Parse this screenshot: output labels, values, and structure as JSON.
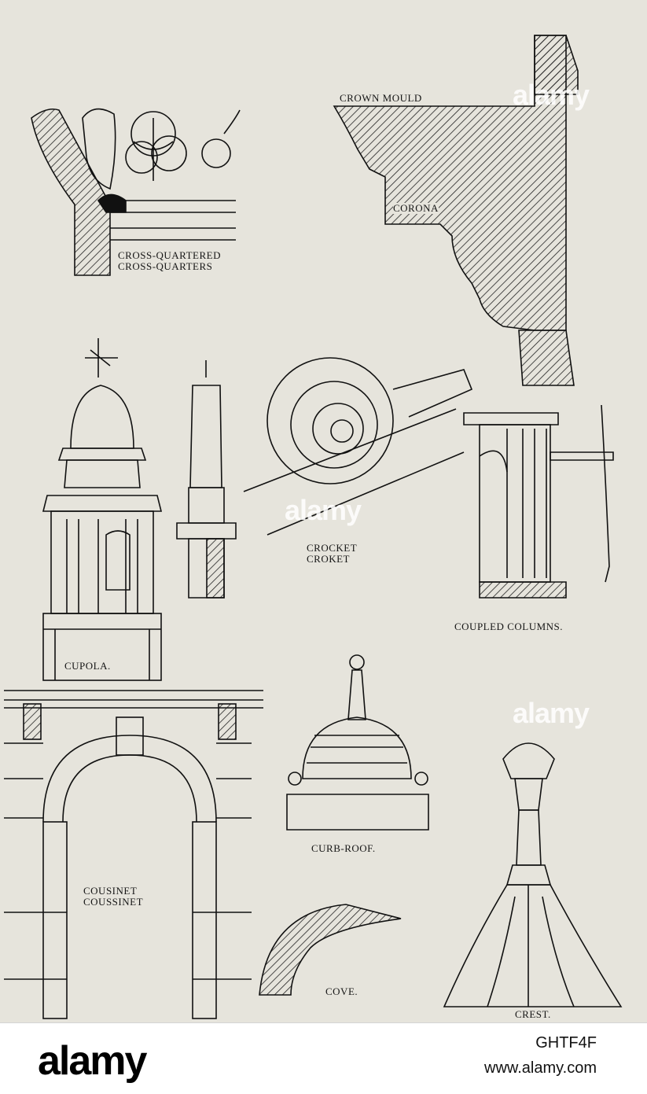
{
  "plate": {
    "labels": {
      "cross_quartered": "CROSS-QUARTERED",
      "cross_quarters": "CROSS-QUARTERS",
      "crown_mould": "CROWN MOULD",
      "corona": "CORONA",
      "crocket": "CROCKET",
      "croket": "CROKET",
      "coupled_columns": "COUPLED COLUMNS.",
      "cupola": "CUPOLA.",
      "curb_roof": "CURB-ROOF.",
      "cousinet": "COUSINET",
      "coussinet": "COUSSINET",
      "cove": "COVE.",
      "crest": "CREST."
    },
    "watermark": "alamy"
  },
  "footer": {
    "logo": "alamy",
    "image_code": "GHTF4F",
    "url": "www.alamy.com"
  }
}
